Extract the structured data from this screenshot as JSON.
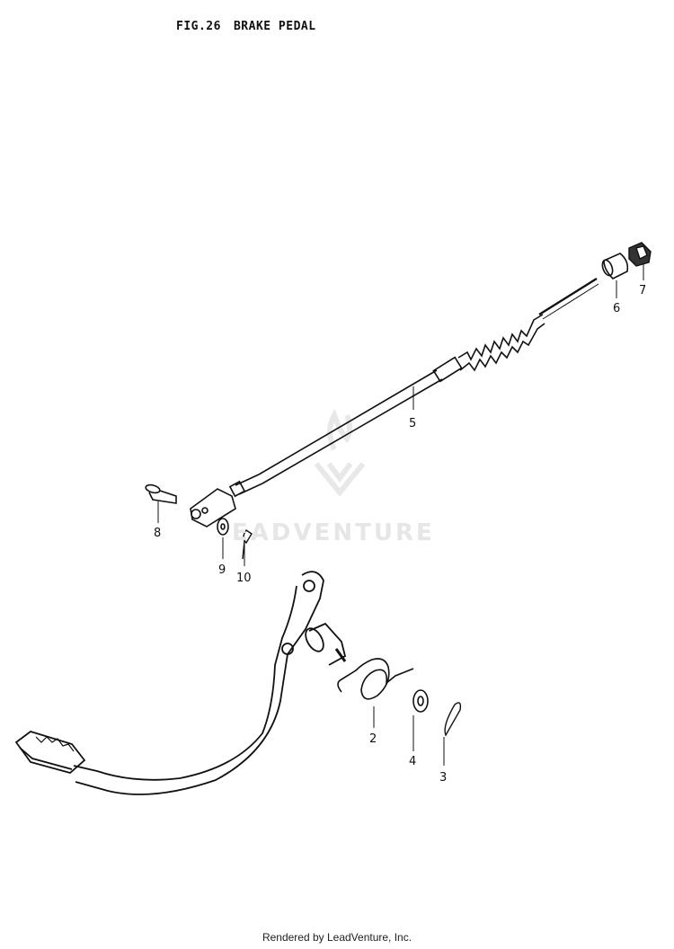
{
  "header": {
    "fig_number": "FIG.26",
    "fig_title": "BRAKE PEDAL"
  },
  "watermark": {
    "text": "EADVENTURE"
  },
  "callouts": [
    "2",
    "3",
    "4",
    "5",
    "6",
    "7",
    "8",
    "9",
    "10"
  ],
  "footer": {
    "text": "Rendered by LeadVenture, Inc."
  },
  "colors": {
    "line": "#111111",
    "watermark": "#e6e6e6"
  }
}
